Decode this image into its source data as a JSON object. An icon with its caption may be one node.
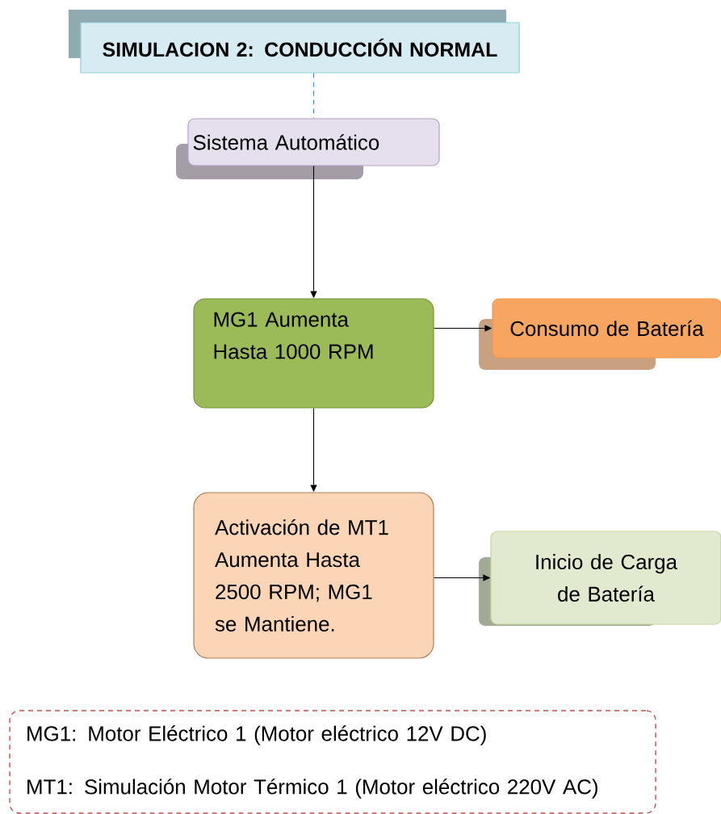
{
  "diagram": {
    "nodes": [
      {
        "text": [
          "SIMULACION 2: CONDUCCIÓN NORMAL"
        ]
      },
      {
        "text": [
          "Sistema Automático"
        ]
      },
      {
        "text": [
          "MG1 Aumenta Hasta 1000 RPM"
        ]
      },
      {
        "text": [
          "Consumo de Batería"
        ]
      },
      {
        "text": [
          "Activación de  MT1 Aumenta Hasta 2500 RPM; MG1 se Mantiene."
        ]
      },
      {
        "text": [
          "Inicio de Carga de Batería"
        ]
      },
      {
        "text": [
          "MG1: Motor Eléctrico 1 (Motor eléctrico 12V DC)",
          "MT1: Simulación Motor Térmico 1 (Motor eléctrico 220V AC)"
        ]
      }
    ],
    "edges": [
      {
        "from": 0,
        "to": 1,
        "arrow": "none",
        "style": "dashed",
        "color": "#4f81bd"
      },
      {
        "from": 1,
        "to": 2,
        "arrow": "to"
      },
      {
        "from": 2,
        "to": 3,
        "arrow": "to"
      },
      {
        "from": 2,
        "to": 4,
        "arrow": "to"
      },
      {
        "from": 4,
        "to": 5,
        "arrow": "to"
      }
    ]
  }
}
